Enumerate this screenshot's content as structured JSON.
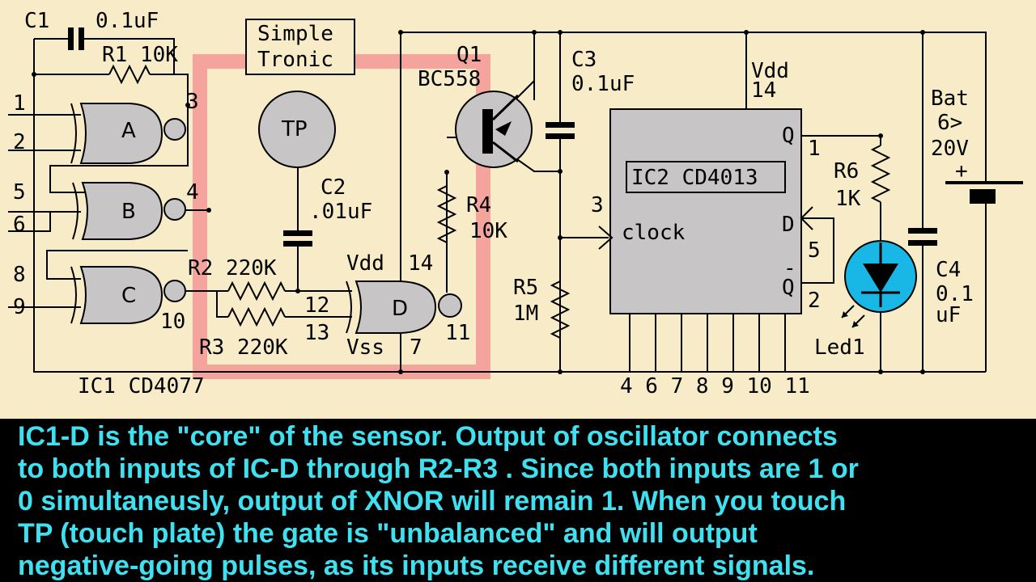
{
  "labels": {
    "c1": "C1",
    "c1_val": "0.1uF",
    "r1": "R1 10K",
    "brand_1": "Simple",
    "brand_2": "Tronic",
    "q1": "Q1",
    "q1_part": "BC558",
    "c3": "C3",
    "c3_val": "0.1uF",
    "vdd_ic2": "Vdd",
    "vdd_ic2_pin": "14",
    "bat": "Bat",
    "bat_range_1": "6>",
    "bat_range_2": "20V",
    "bat_plus": "+",
    "tp": "TP",
    "c2": "C2",
    "c2_val": ".01uF",
    "r4": "R4",
    "r4_val": "10K",
    "ic2": "IC2 CD4013",
    "q_out": "Q",
    "q_out_pin": "1",
    "d_in": "D",
    "d_pin": "5",
    "qbar_bar": "-",
    "qbar": "Q",
    "qbar_pin": "2",
    "clock_pin": "3",
    "clock": "clock",
    "r6": "R6",
    "r6_val": "1K",
    "r5": "R5",
    "r5_val": "1M",
    "c4": "C4",
    "c4_val_1": "0.1",
    "c4_val_2": "uF",
    "led": "Led1",
    "gate_a": "A",
    "gate_b": "B",
    "gate_c": "C",
    "gate_d": "D",
    "pin1": "1",
    "pin2": "2",
    "pin3": "3",
    "pin4": "4",
    "pin5": "5",
    "pin6": "6",
    "pin8": "8",
    "pin9": "9",
    "pin10": "10",
    "r2": "R2 220K",
    "r3": "R3 220K",
    "vdd_ic1": "Vdd",
    "vdd_ic1_pin": "14",
    "pin12": "12",
    "pin13": "13",
    "vss_ic1": "Vss",
    "vss_ic1_pin": "7",
    "pin11": "11",
    "ic1": "IC1 CD4077",
    "ic2_bottom_pins": "4 6 7 8 9 10 11"
  },
  "caption": [
    "IC1-D is the \"core\" of the sensor. Output of oscillator connects",
    "to both inputs of IC-D through R2-R3 . Since both inputs are 1 or",
    "0 simultaneusly,  output of XNOR will remain 1. When you touch",
    "TP (touch plate) the gate is \"unbalanced\" and will output",
    "negative-going pulses, as its inputs receive different signals."
  ],
  "colors": {
    "background": "#f7ecc7",
    "highlight": "#f4a49d",
    "component_fill": "#c8c5c7",
    "led": "#19b7e6",
    "caption_text": "#3fe0f0"
  }
}
